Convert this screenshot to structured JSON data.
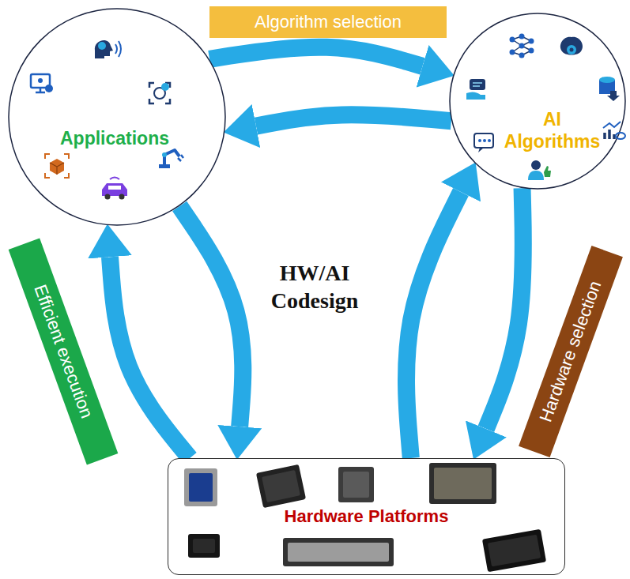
{
  "diagram": {
    "nodes": [
      {
        "text": [
          "Algorithm selection"
        ]
      },
      {
        "text": [
          "Applications"
        ]
      },
      {
        "text": [
          "AI Algorithms"
        ]
      },
      {
        "text": [
          "Efficient execution"
        ]
      },
      {
        "text": [
          "Hardware selection"
        ]
      },
      {
        "text": [
          "Hardware Platforms"
        ]
      }
    ],
    "edges": [
      {
        "from": 1,
        "to": 2,
        "arrow": "to"
      },
      {
        "from": 2,
        "to": 1,
        "arrow": "to"
      },
      {
        "from": 1,
        "to": 5,
        "arrow": "to"
      },
      {
        "from": 5,
        "to": 1,
        "arrow": "to"
      },
      {
        "from": 5,
        "to": 2,
        "arrow": "to"
      },
      {
        "from": 2,
        "to": 5,
        "arrow": "to"
      }
    ],
    "labels": [
      "HW/AI Codesign"
    ]
  }
}
